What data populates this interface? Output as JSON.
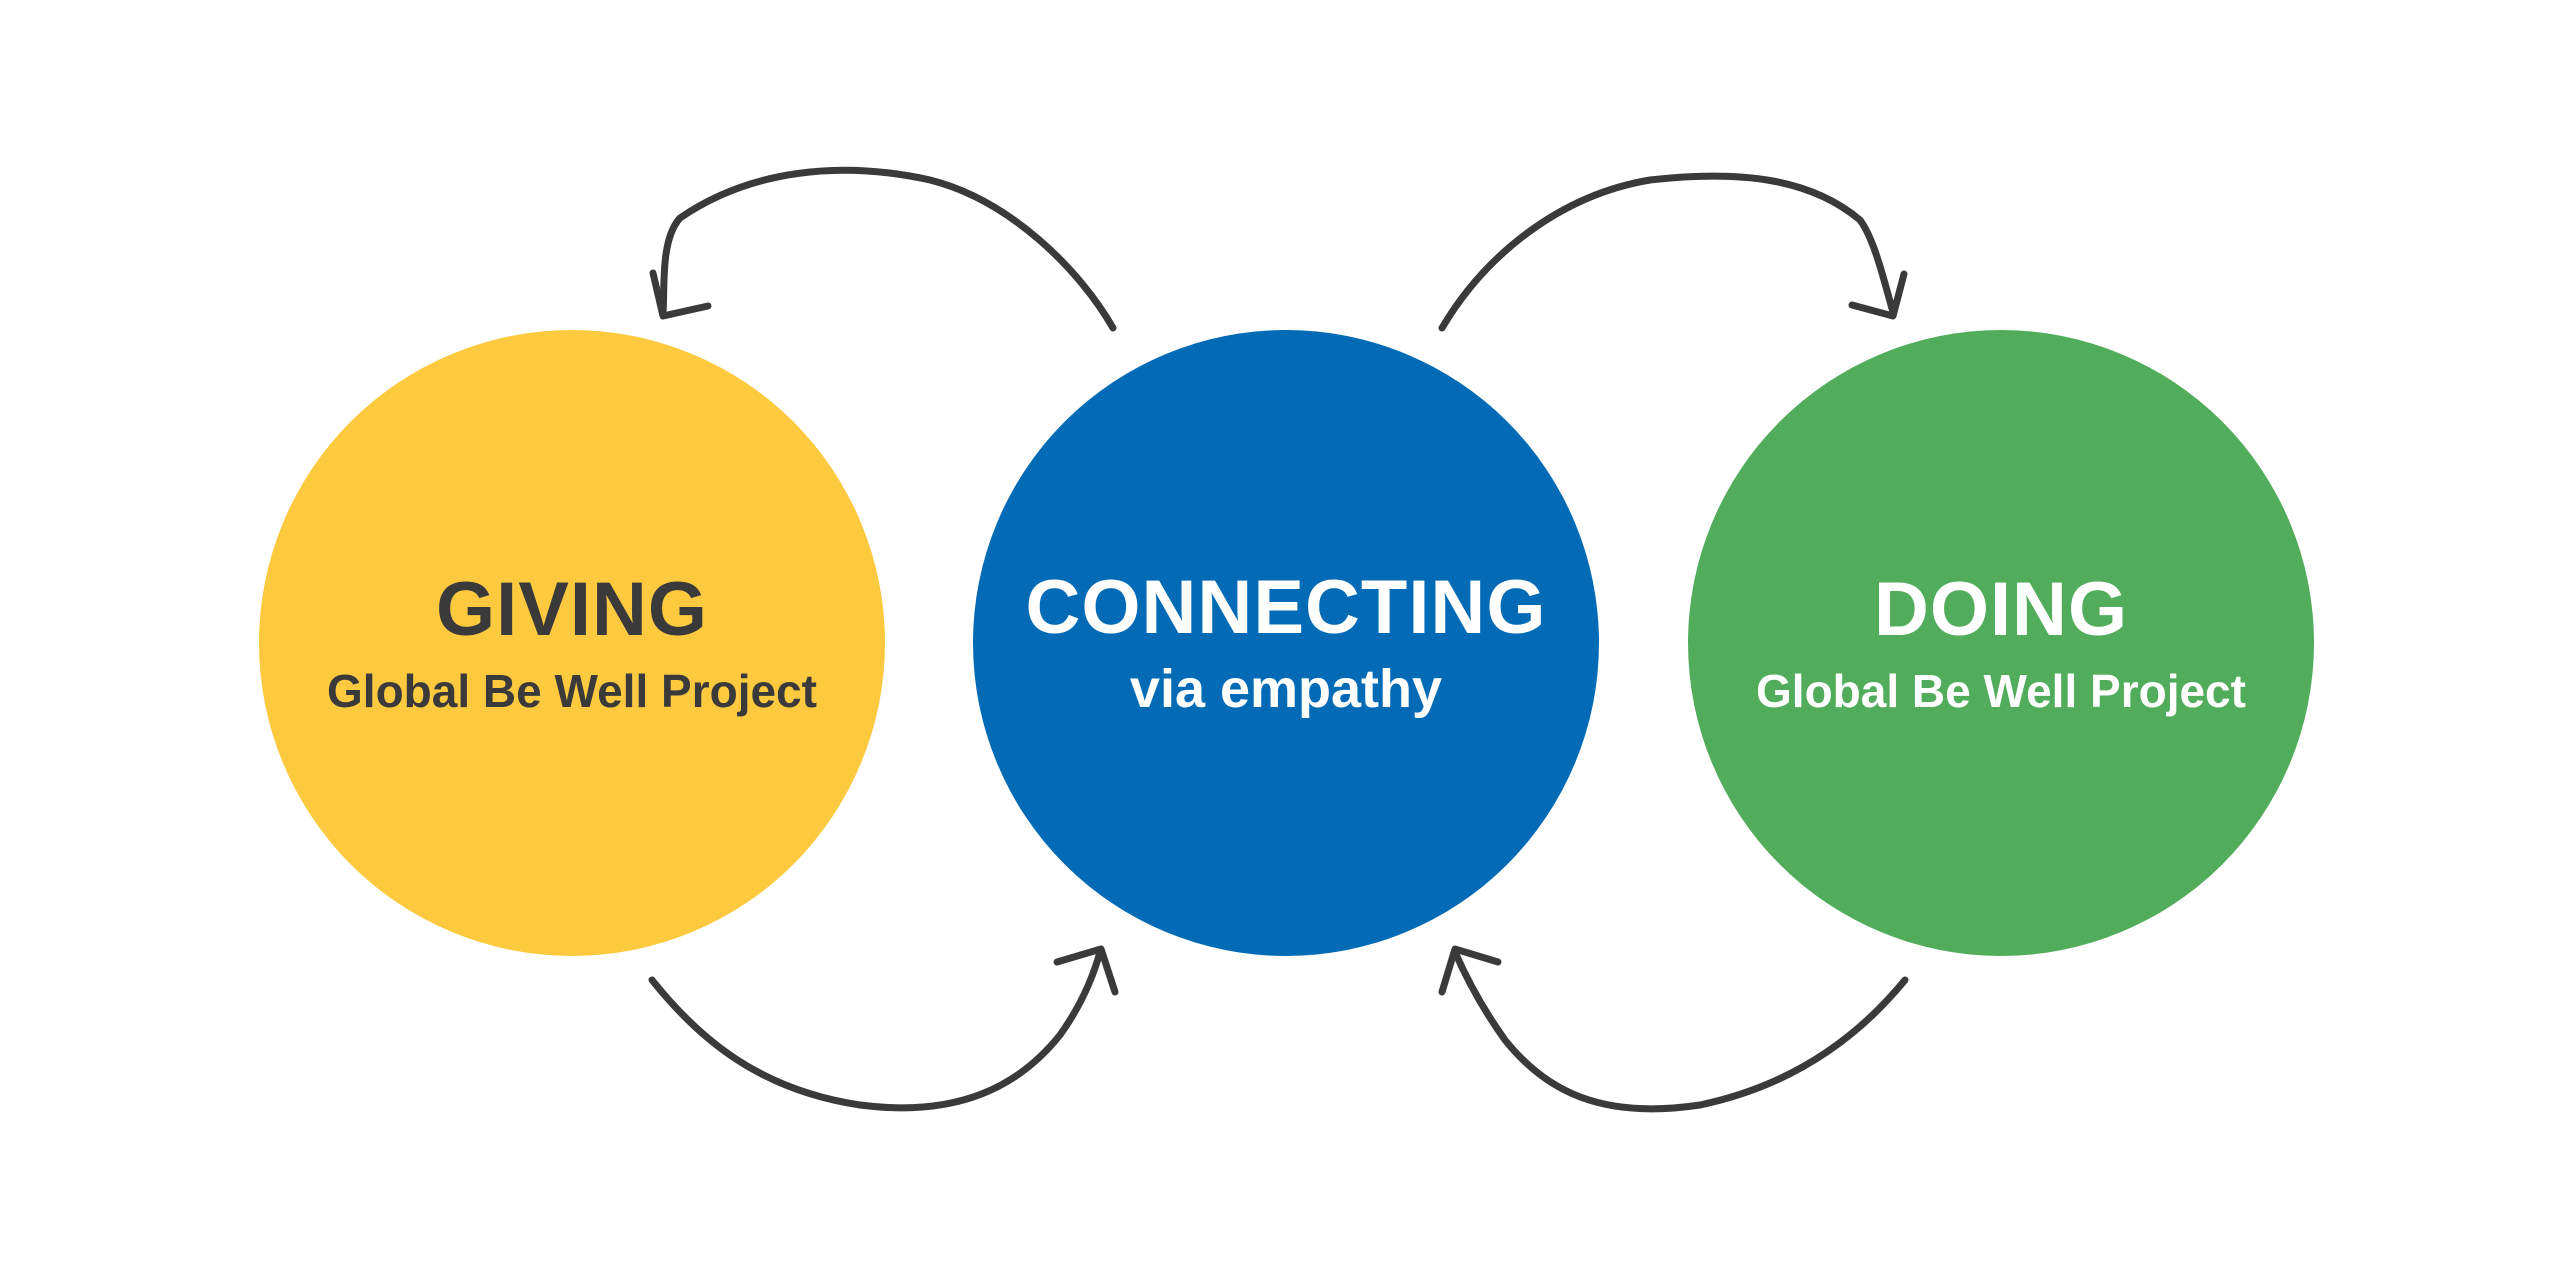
{
  "diagram": {
    "nodes": [
      {
        "id": "giving",
        "title": "GIVING",
        "subtitle": "Global Be Well Project",
        "fill": "#FDC93F",
        "text_color": "#3A3A3A"
      },
      {
        "id": "connecting",
        "title": "CONNECTING",
        "subtitle": "via empathy",
        "fill": "#036BB6",
        "text_color": "#FFFFFF"
      },
      {
        "id": "doing",
        "title": "DOING",
        "subtitle": "Global Be Well Project",
        "fill": "#51AD5B",
        "text_color": "#FFFFFF"
      }
    ],
    "edges": [
      {
        "from": "connecting",
        "to": "giving",
        "position": "top"
      },
      {
        "from": "connecting",
        "to": "doing",
        "position": "top"
      },
      {
        "from": "giving",
        "to": "connecting",
        "position": "bottom"
      },
      {
        "from": "doing",
        "to": "connecting",
        "position": "bottom"
      }
    ],
    "arrow_color": "#3A3A3A"
  }
}
